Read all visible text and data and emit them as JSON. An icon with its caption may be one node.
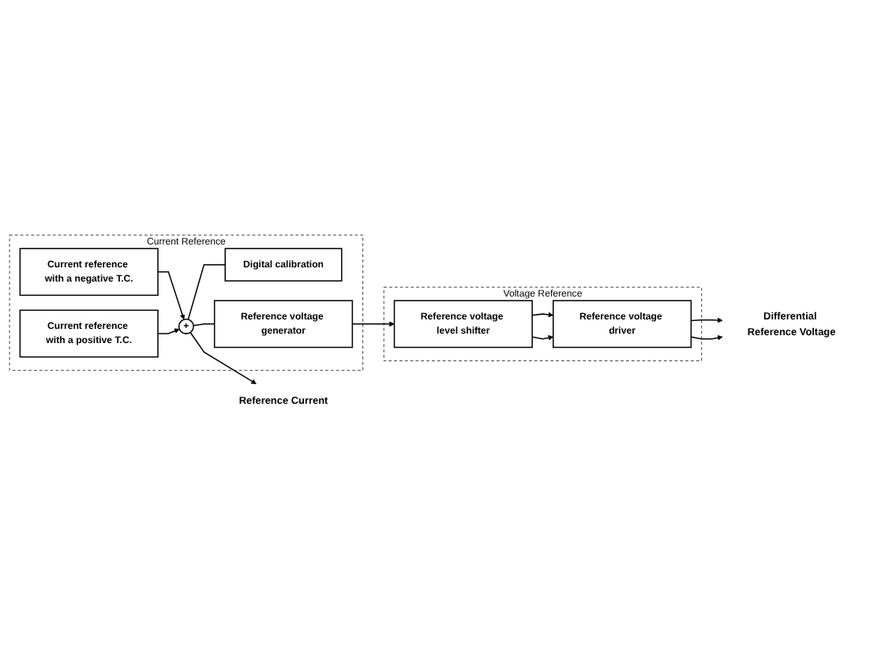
{
  "diagram": {
    "nodes": [
      {
        "text": [
          "Current Reference"
        ]
      },
      {
        "text": [
          "Current reference with a negative T.C."
        ],
        "in": 0
      },
      {
        "text": [
          "Current reference with a positive T.C."
        ],
        "in": 0
      },
      {
        "text": [
          "+"
        ],
        "in": 0
      },
      {
        "text": [
          "Digital calibration"
        ],
        "in": 0
      },
      {
        "text": [
          "Reference voltage generator"
        ],
        "in": 0
      },
      {
        "text": [
          "Reference Current"
        ]
      },
      {
        "text": [
          "Voltage Reference"
        ]
      },
      {
        "text": [
          "Reference voltage level shifter"
        ],
        "in": 7
      },
      {
        "text": [
          "Reference voltage driver"
        ],
        "in": 7
      },
      {
        "text": [
          "Differential Reference Voltage"
        ]
      }
    ],
    "edges": [
      {
        "from": 1,
        "to": 3,
        "arrow": "to"
      },
      {
        "from": 2,
        "to": 3,
        "arrow": "to"
      },
      {
        "from": 3,
        "to": 6,
        "arrow": "to"
      },
      {
        "from": 3,
        "to": 4,
        "arrow": "none"
      },
      {
        "from": 3,
        "to": 5,
        "arrow": "none"
      },
      {
        "from": 5,
        "to": 8,
        "arrow": "to"
      },
      {
        "from": 8,
        "to": 9,
        "arrow": "to"
      },
      {
        "from": 8,
        "to": 9,
        "arrow": "to"
      },
      {
        "from": 9,
        "to": 10,
        "arrow": "to"
      },
      {
        "from": 9,
        "to": 10,
        "arrow": "to"
      }
    ]
  }
}
